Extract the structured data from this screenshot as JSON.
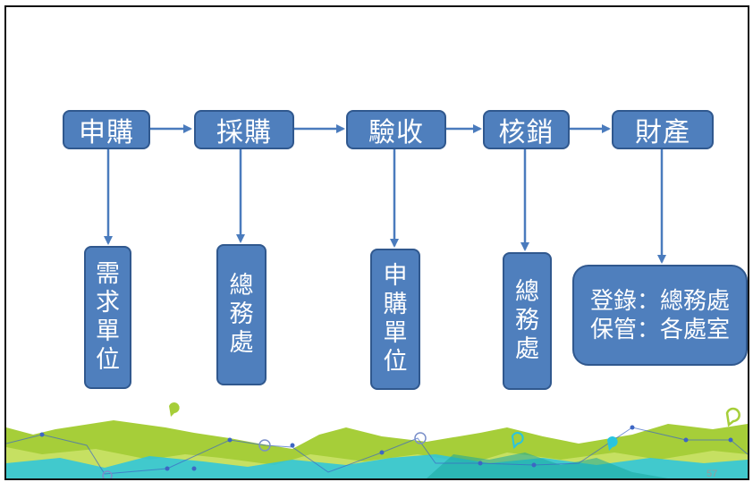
{
  "flow_steps": [
    {
      "label": "申購"
    },
    {
      "label": "採購"
    },
    {
      "label": "驗收"
    },
    {
      "label": "核銷"
    },
    {
      "label": "財產"
    }
  ],
  "responsible_units": [
    {
      "chars": [
        "需",
        "求",
        "單",
        "位"
      ]
    },
    {
      "chars": [
        "總",
        "務",
        "處"
      ]
    },
    {
      "chars": [
        "申",
        "購",
        "單",
        "位"
      ]
    },
    {
      "chars": [
        "總",
        "務",
        "處"
      ]
    },
    {
      "lines": [
        "登錄：總務處",
        "保管：各處室"
      ]
    }
  ],
  "page_number": "57",
  "colors": {
    "box_fill": "#4f7fbd",
    "box_border": "#30588e",
    "arrow": "#4a7bbd",
    "deco_green": "#a6ce39",
    "deco_cyan": "#29c4e0",
    "deco_dot": "#3d66c4"
  }
}
